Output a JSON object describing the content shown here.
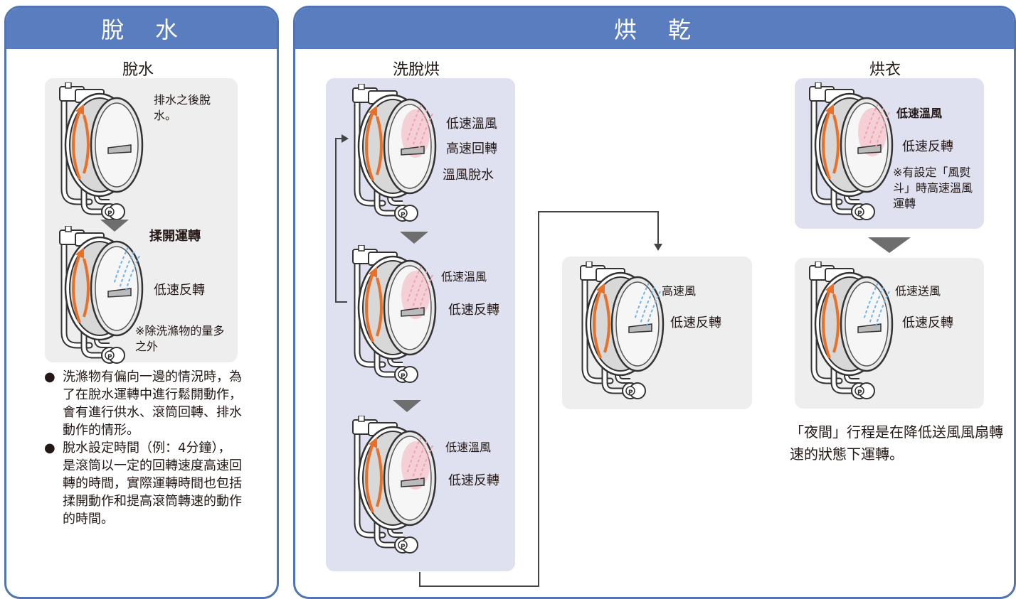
{
  "left_panel": {
    "header": "脫　水",
    "section_title": "脫水",
    "step1_note": "排水之後脫水。",
    "step2_title": "揉開運轉",
    "step2_label": "低速反轉",
    "step2_note": "※除洗滌物的量多之外",
    "bullets": [
      "洗滌物有偏向一邊的情況時，為了在脫水運轉中進行鬆開動作，會有進行供水、滾筒回轉、排水動作的情形。",
      "脫水設定時間（例：4分鐘），是滾筒以一定的回轉速度高速回轉的時間，實際運轉時間也包括揉開動作和提高滾筒轉速的動作的時間。"
    ],
    "bullet_mark": "●"
  },
  "right_panel": {
    "header": "烘　乾",
    "wash_section": {
      "title": "洗脫烘",
      "step1": {
        "line1": "低速溫風",
        "line2": "高速回轉",
        "line3": "溫風脫水"
      },
      "step2": {
        "line1": "低速溫風",
        "line2": "低速反轉"
      },
      "step3": {
        "line1": "低速溫風",
        "line2": "低速反轉"
      }
    },
    "middle_step": {
      "line1": "高速風",
      "line2": "低速反轉"
    },
    "dry_section": {
      "title": "烘衣",
      "step1": {
        "line1": "低速溫風",
        "line2": "低速反轉",
        "note": "※有設定「風熨斗」時高速溫風運轉"
      },
      "step2": {
        "line1": "低速送風",
        "line2": "低速反轉"
      }
    },
    "footer_note": "「夜間」行程是在降低送風風扇轉速的狀態下運轉。"
  },
  "pump_letter": "P",
  "colors": {
    "header_bg": "#5a7dbf",
    "border": "#4f75b5",
    "arrow_orange": "#e8712a",
    "warm_air": "#f3a0b0",
    "cool_air": "#6fb4e6",
    "lavender_bg": "#dfe1f1",
    "gray_bg": "#eeeeee"
  }
}
